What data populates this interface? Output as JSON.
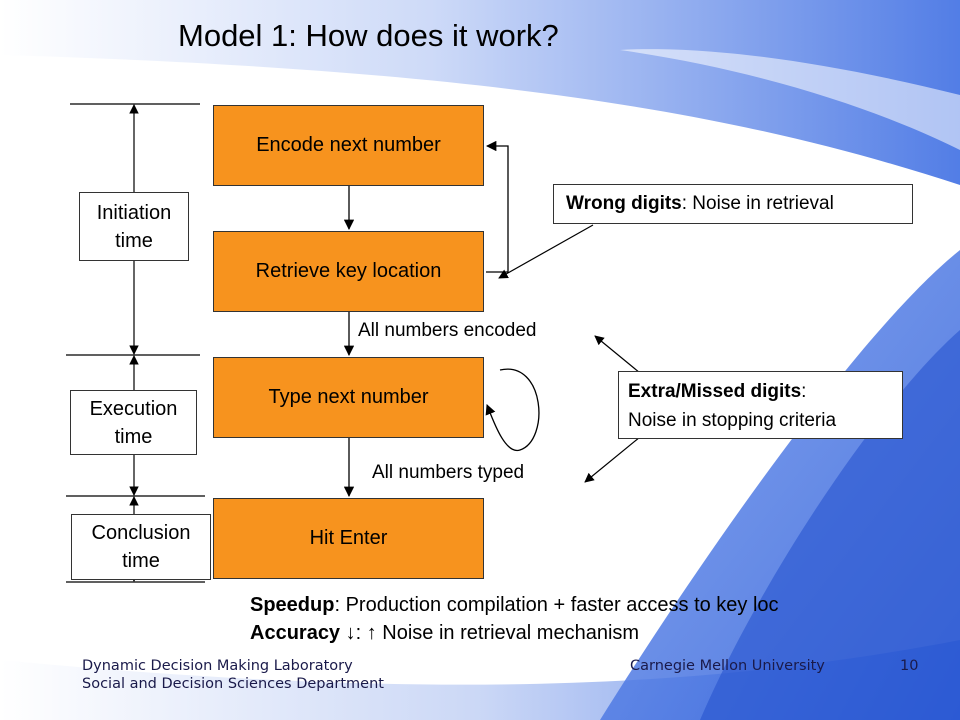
{
  "slide": {
    "title": "Model 1: How does it work?",
    "colors": {
      "process_box": "#f7931e",
      "background_swoosh": "#3d6fe0"
    }
  },
  "process_steps": [
    {
      "label": "Encode next number"
    },
    {
      "label": "Retrieve key location"
    },
    {
      "label": "Type next number"
    },
    {
      "label": "Hit Enter"
    }
  ],
  "transitions": {
    "encoded": "All numbers encoded",
    "typed": "All numbers typed"
  },
  "time_phases": [
    {
      "line1": "Initiation",
      "line2": "time"
    },
    {
      "line1": "Execution",
      "line2": "time"
    },
    {
      "line1": "Conclusion",
      "line2": "time"
    }
  ],
  "notes": {
    "wrong_digits": {
      "term": "Wrong digits",
      "text": ": Noise in retrieval"
    },
    "extra_missed": {
      "term": "Extra/Missed digits",
      "text_a": ":",
      "text_b": "Noise in stopping criteria"
    }
  },
  "summary": {
    "speedup": {
      "term": "Speedup",
      "text": ": Production compilation + faster access to key loc"
    },
    "accuracy": {
      "term": "Accuracy ↓",
      "text": ": ↑ Noise in retrieval mechanism"
    }
  },
  "footer": {
    "lab": "Dynamic Decision Making Laboratory",
    "department": "Social and Decision Sciences Department",
    "university": "Carnegie Mellon University",
    "page_number": "10"
  }
}
